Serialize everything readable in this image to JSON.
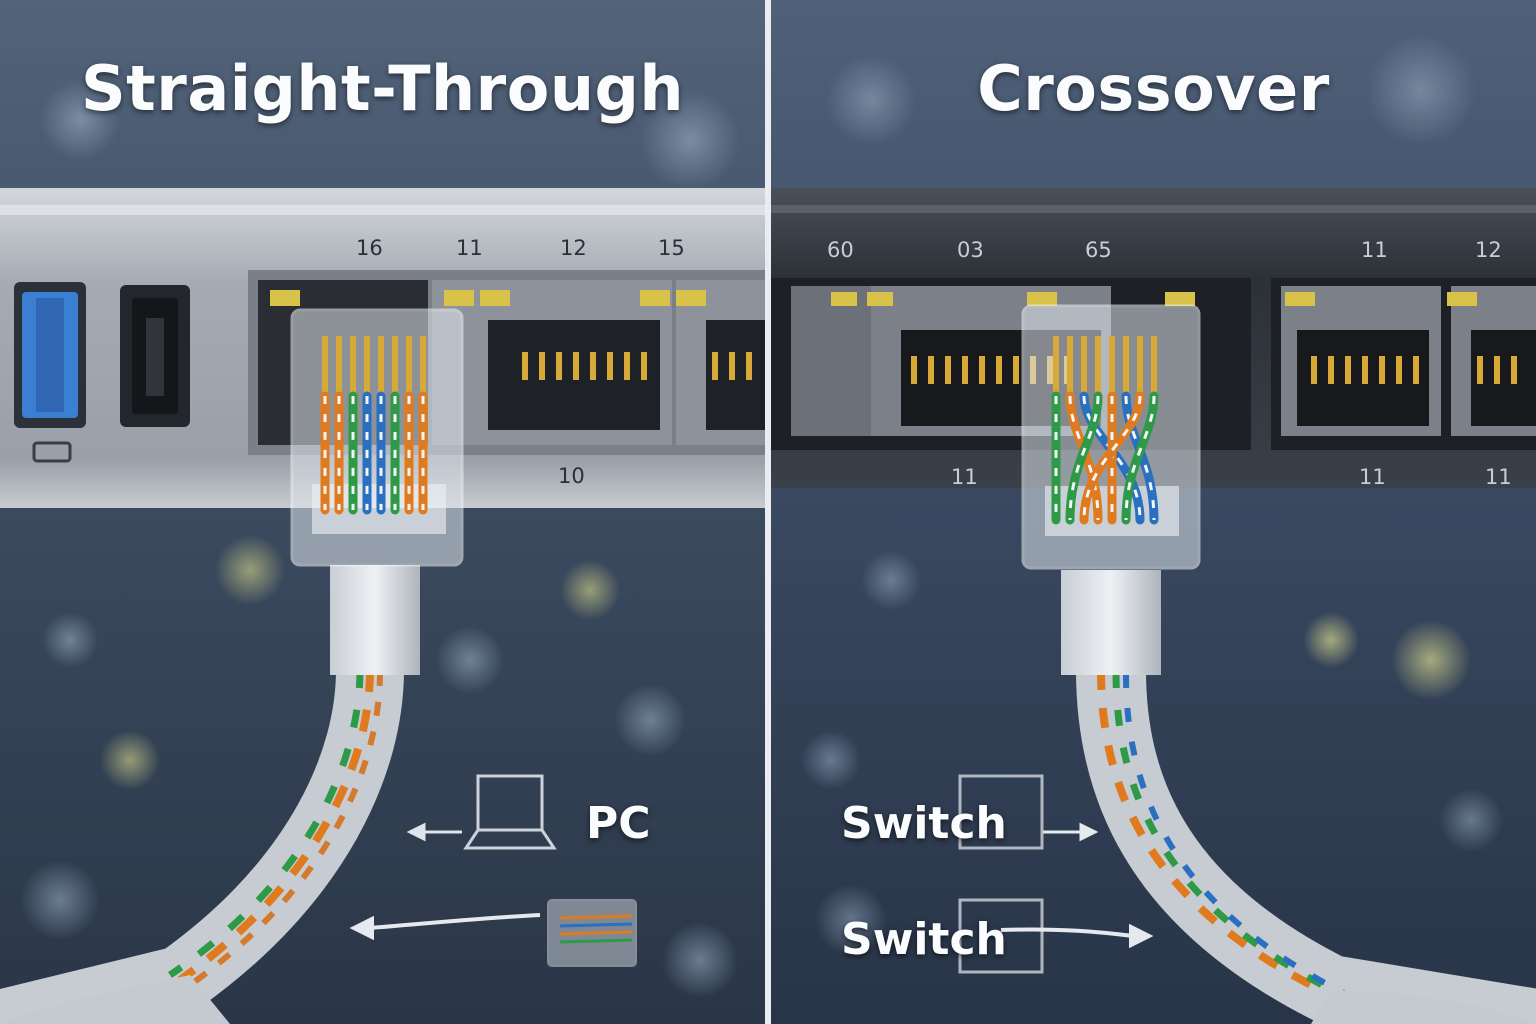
{
  "left_panel": {
    "title": "Straight-Through",
    "device_label": "PC",
    "port_numbers": [
      "16",
      "11",
      "12",
      "15",
      "10"
    ],
    "icons": [
      "laptop-icon",
      "arrow-left-icon",
      "rj45-connector-icon",
      "arrow-left-icon"
    ]
  },
  "right_panel": {
    "title": "Crossover",
    "device_labels": [
      "Switch",
      "Switch"
    ],
    "port_numbers": [
      "60",
      "03",
      "65",
      "11",
      "12",
      "11",
      "11",
      "11"
    ],
    "icons": [
      "switch-box-icon",
      "arrow-right-icon",
      "switch-box-icon",
      "arrow-right-icon"
    ]
  },
  "colors": {
    "left_switch_body": "#a9aeb6",
    "right_switch_body": "#2f353d",
    "background_blue": "#3c4a5e",
    "wire_orange": "#e07a1f",
    "wire_green": "#2e9a48",
    "wire_blue": "#2b6fc0",
    "gold_pin": "#d7a937"
  }
}
